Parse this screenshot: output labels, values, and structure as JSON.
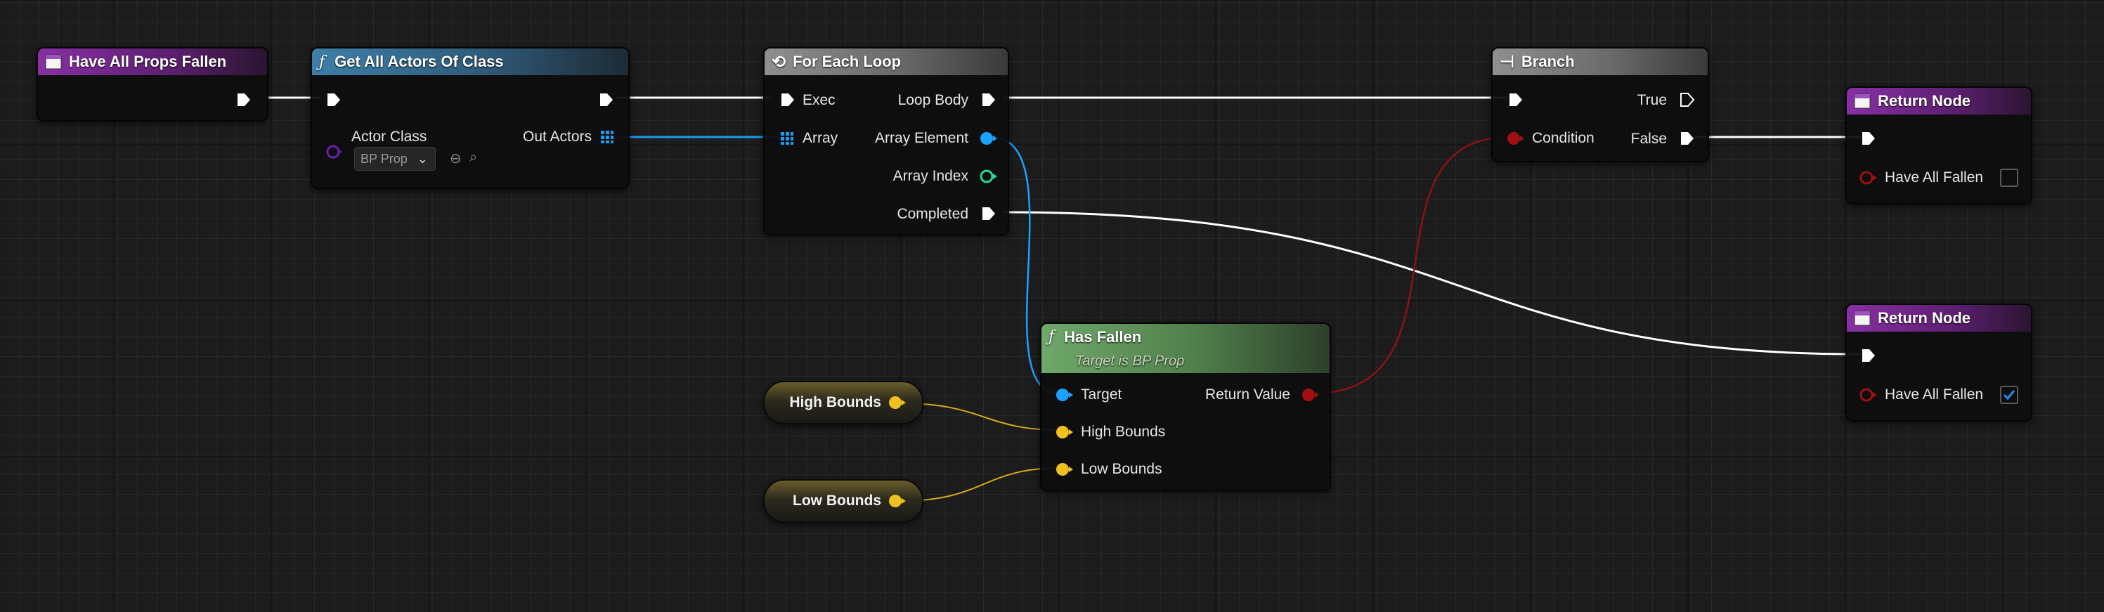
{
  "colors": {
    "exec": "#ffffff",
    "array": "#1d9bf0",
    "object": "#19a3ff",
    "integer": "#1ed9a0",
    "boolean": "#a01010",
    "vector": "#f0c020",
    "class": "#6a1fb0"
  },
  "nodes": {
    "have_all_props_fallen": {
      "title": "Have All Props Fallen"
    },
    "get_all_actors": {
      "title": "Get All Actors Of Class",
      "actor_class_label": "Actor Class",
      "actor_class_value": "BP Prop",
      "out_actors_label": "Out Actors"
    },
    "for_each_loop": {
      "title": "For Each Loop",
      "exec_label": "Exec",
      "array_label": "Array",
      "loop_body_label": "Loop Body",
      "array_element_label": "Array Element",
      "array_index_label": "Array Index",
      "completed_label": "Completed"
    },
    "branch": {
      "title": "Branch",
      "condition_label": "Condition",
      "true_label": "True",
      "false_label": "False"
    },
    "return_node_1": {
      "title": "Return Node",
      "param_label": "Have All Fallen",
      "checked": false
    },
    "return_node_2": {
      "title": "Return Node",
      "param_label": "Have All Fallen",
      "checked": true
    },
    "has_fallen": {
      "title": "Has Fallen",
      "subtitle": "Target is BP Prop",
      "target_label": "Target",
      "high_bounds_label": "High Bounds",
      "low_bounds_label": "Low Bounds",
      "return_value_label": "Return Value"
    },
    "high_bounds_var": {
      "label": "High Bounds"
    },
    "low_bounds_var": {
      "label": "Low Bounds"
    }
  }
}
